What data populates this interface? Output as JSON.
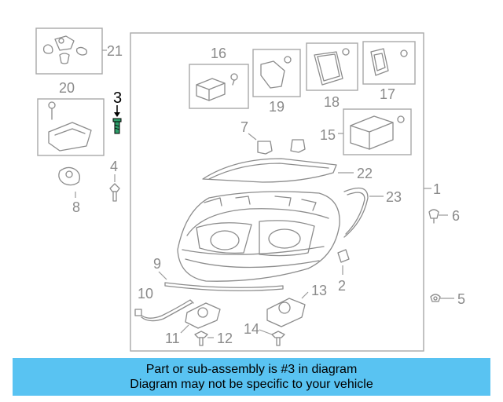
{
  "diagram": {
    "highlighted_part": "3",
    "callouts": [
      "1",
      "2",
      "3",
      "4",
      "5",
      "6",
      "7",
      "8",
      "9",
      "10",
      "11",
      "12",
      "13",
      "14",
      "15",
      "16",
      "17",
      "18",
      "19",
      "20",
      "21",
      "22",
      "23"
    ]
  },
  "banner": {
    "line1": "Part or sub-assembly is #3 in diagram",
    "line2": "Diagram may not be specific to your vehicle",
    "background": "#59c3f2"
  },
  "colors": {
    "line": "#9a9a9a",
    "highlight": "#000000",
    "highlight_part_fill": "#2f9e6a"
  }
}
